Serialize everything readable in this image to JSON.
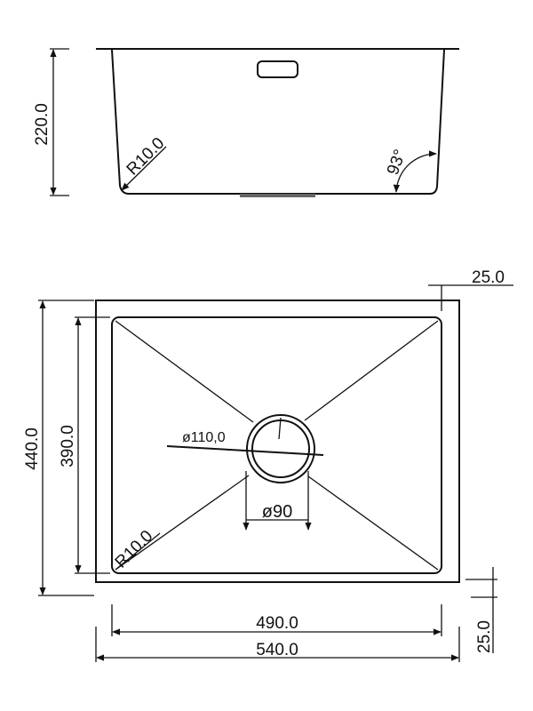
{
  "side_view": {
    "height_label": "220.0",
    "radius_label": "R10.0",
    "angle_label": "93°"
  },
  "plan_view": {
    "outer_height_label": "440.0",
    "inner_height_label": "390.0",
    "inner_width_label": "490.0",
    "outer_width_label": "540.0",
    "flange_top_label": "25.0",
    "flange_bottom_label": "25.0",
    "radius_label": "R10.0",
    "outer_drain_label": "ø110,0",
    "inner_drain_label": "ø90"
  },
  "colors": {
    "line": "#111111",
    "background": "#ffffff"
  }
}
